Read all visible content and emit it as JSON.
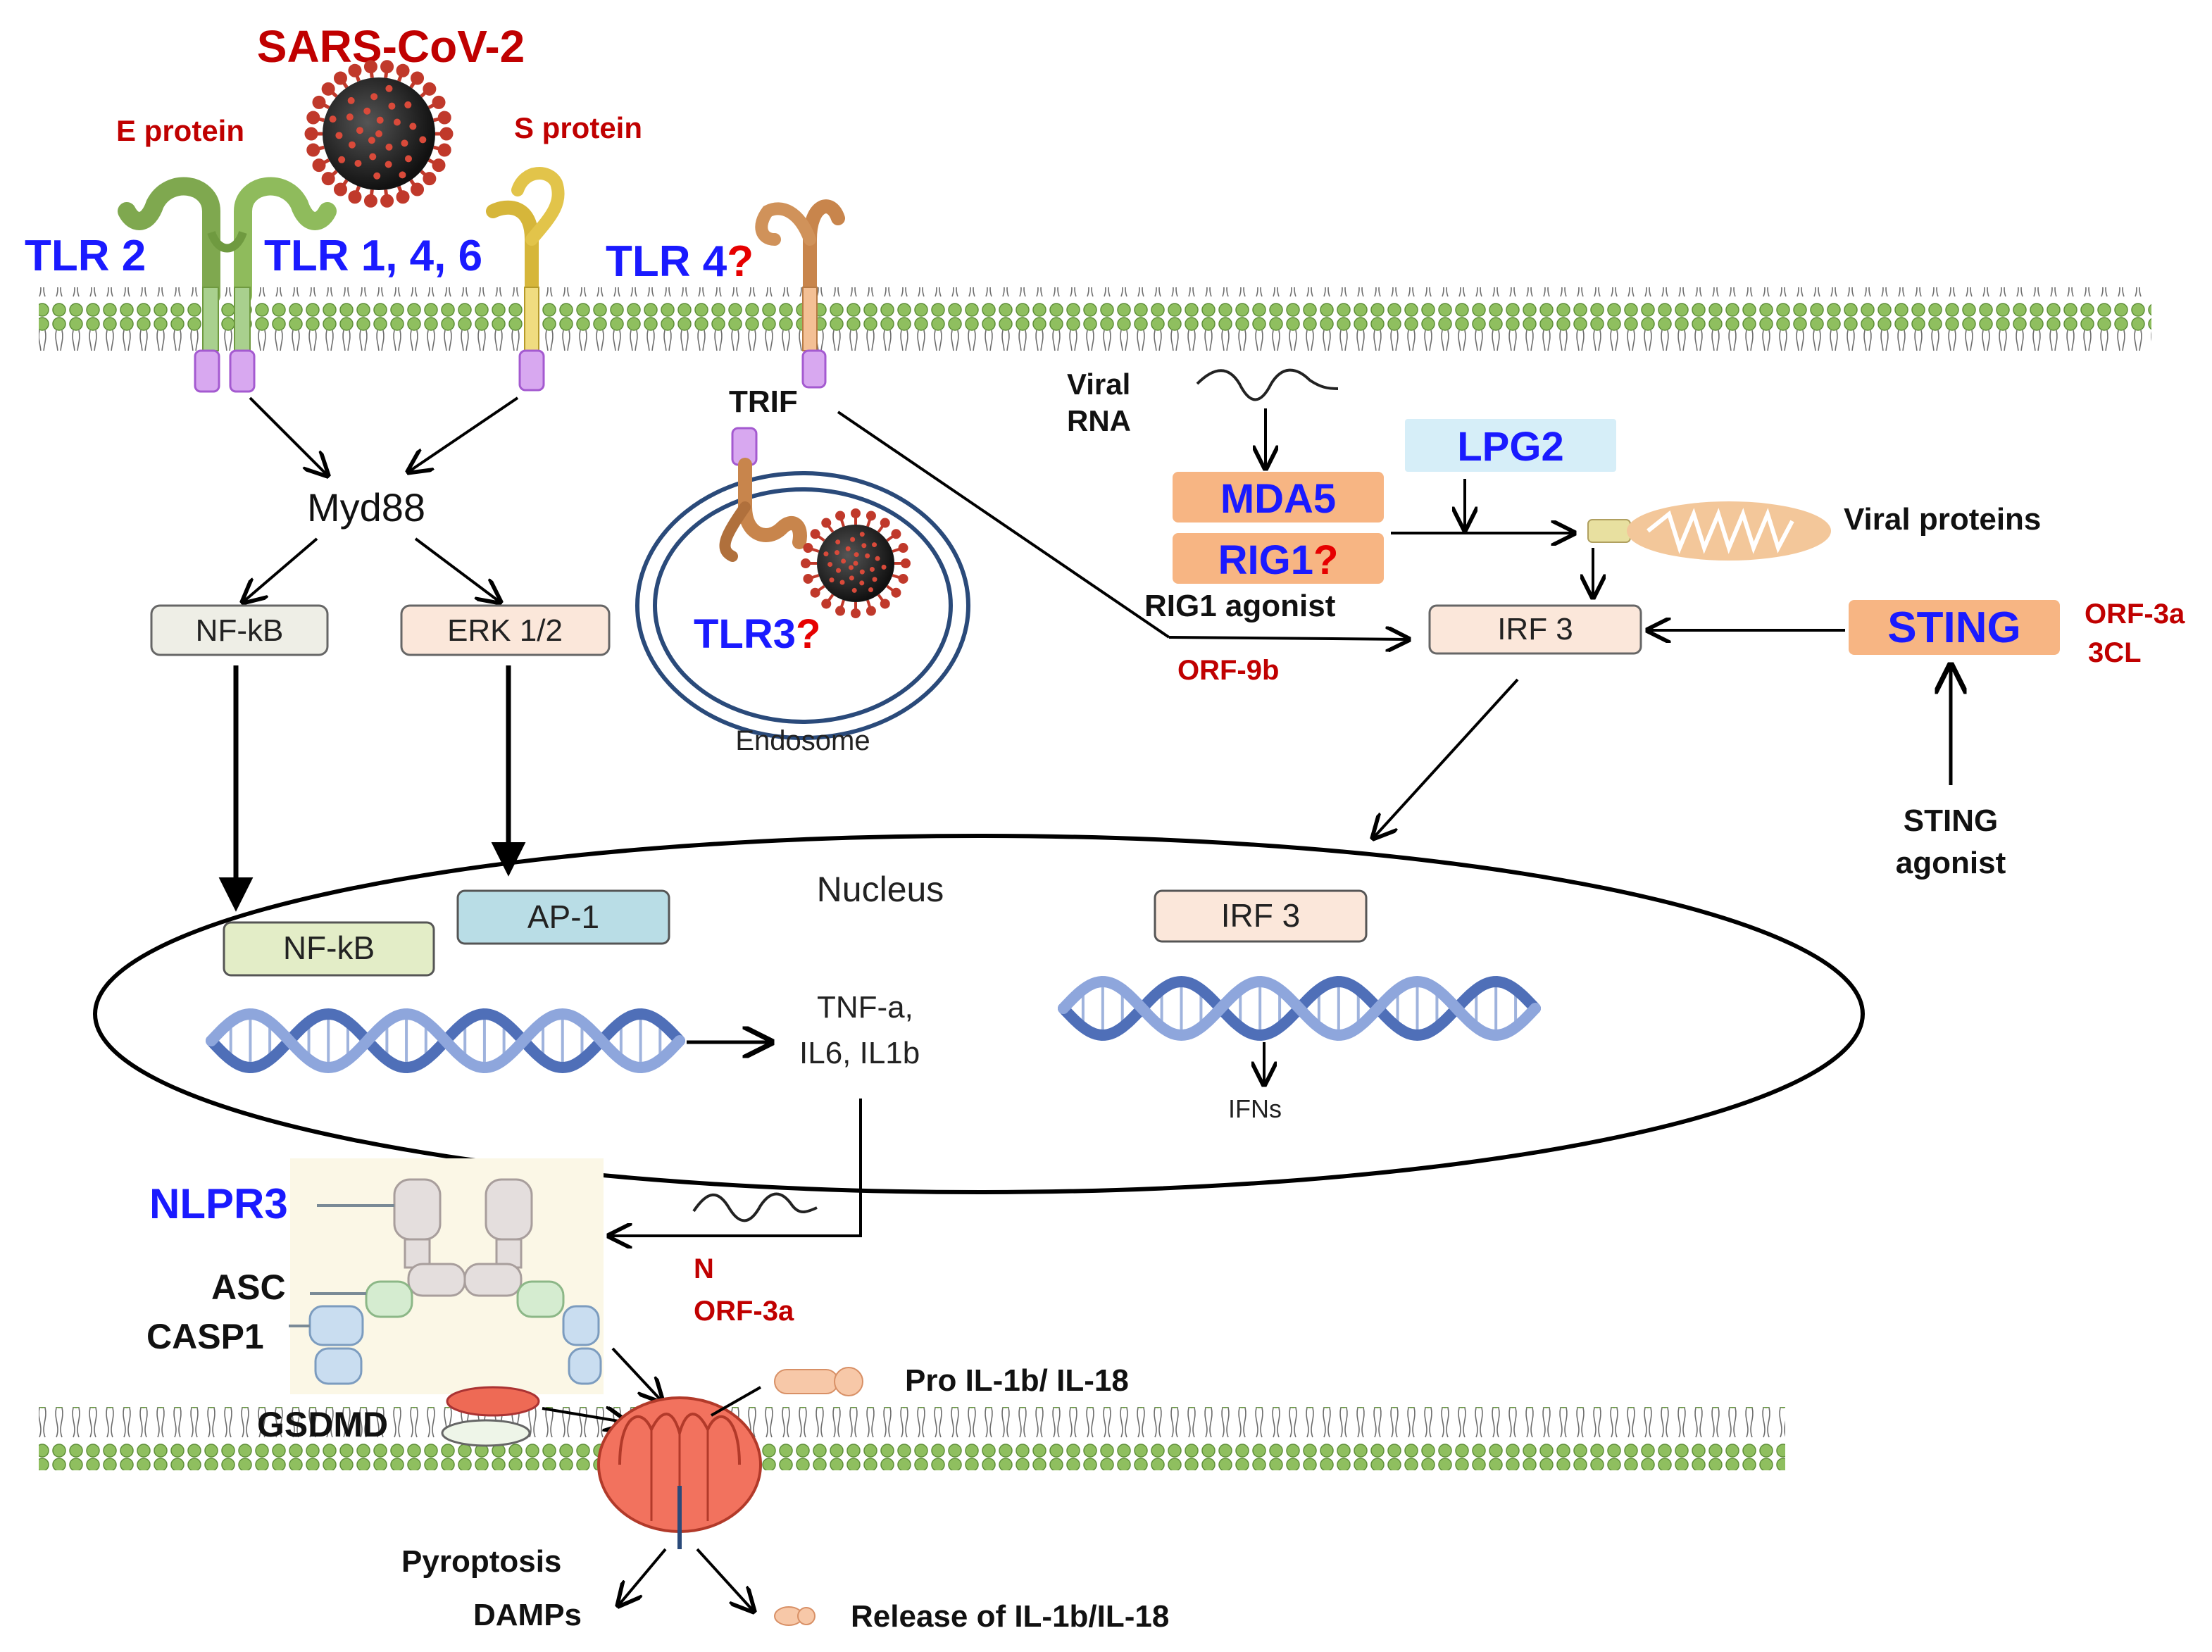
{
  "virus": {
    "title": "SARS-CoV-2",
    "e_protein": "E protein",
    "s_protein": "S protein"
  },
  "receptors": {
    "tlr2": "TLR 2",
    "tlr146": "TLR 1, 4, 6",
    "tlr4_q": "TLR 4",
    "tlr3_q": "TLR3",
    "question_mark": "?",
    "trif": "TRIF",
    "endosome": "Endosome"
  },
  "pathway": {
    "myd88": "Myd88",
    "nfkb": "NF-kB",
    "erk": "ERK 1/2",
    "viral_rna_line1": "Viral",
    "viral_rna_line2": "RNA",
    "mda5": "MDA5",
    "rig1": "RIG1",
    "lpg2": "LPG2",
    "viral_proteins": "Viral proteins",
    "rig1_agonist": "RIG1 agonist",
    "orf9b": "ORF-9b",
    "irf3": "IRF 3",
    "sting": "STING",
    "orf3a": "ORF-3a",
    "threecl": "3CL",
    "sting_agonist_line1": "STING",
    "sting_agonist_line2": "agonist"
  },
  "nucleus": {
    "label": "Nucleus",
    "ap1": "AP-1",
    "nfkb": "NF-kB",
    "irf3": "IRF 3",
    "cytokines_line1": "TNF-a,",
    "cytokines_line2": "IL6, IL1b",
    "ifns": "IFNs"
  },
  "inflammasome": {
    "nlpr3": "NLPR3",
    "asc": "ASC",
    "casp1": "CASP1",
    "gsdmd": "GSDMD",
    "n": "N",
    "orf3a": "ORF-3a",
    "pro_il": "Pro IL-1b/ IL-18",
    "pyroptosis": "Pyroptosis",
    "damps": "DAMPs",
    "release": "Release of IL-1b/IL-18"
  },
  "colors": {
    "dark_red": "#c00000",
    "blue": "#1a1aff",
    "red_q": "#e60000",
    "orange_box": "#f7b583",
    "light_blue_box": "#d6eef8",
    "ap1_box": "#b9dde6",
    "nfkb_nucleus_box": "#e3edc7",
    "peach_box": "#fbe7da",
    "grey_box": "#eeeee6",
    "membrane_green": "#8fbf5f"
  }
}
